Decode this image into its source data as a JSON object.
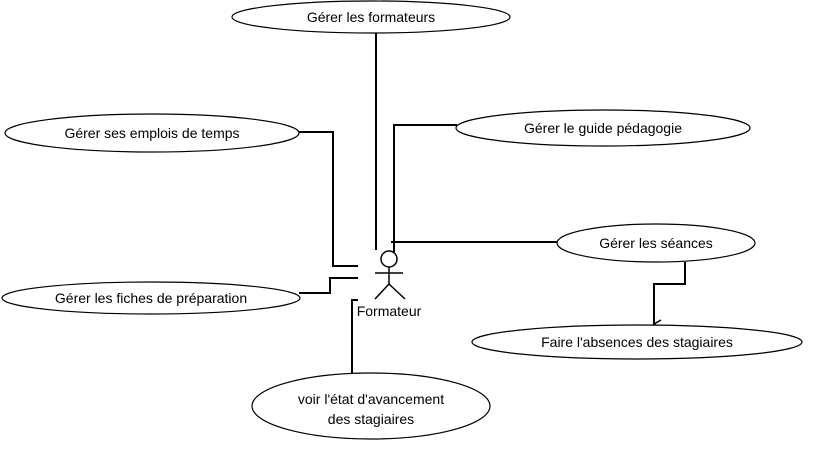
{
  "diagram": {
    "actor": {
      "name": "Formateur"
    },
    "use_cases": {
      "gerer_formateurs": "Gérer les formateurs",
      "gerer_emplois": "Gérer ses emplois de temps",
      "gerer_guide": "Gérer le guide pédagogie",
      "gerer_seances": "Gérer les séances",
      "gerer_fiches": "Gérer les fiches de préparation",
      "faire_absences": "Faire l'absences des stagiaires",
      "voir_avancement_line1": "voir l'état d'avancement",
      "voir_avancement_line2": "des stagiaires"
    }
  }
}
